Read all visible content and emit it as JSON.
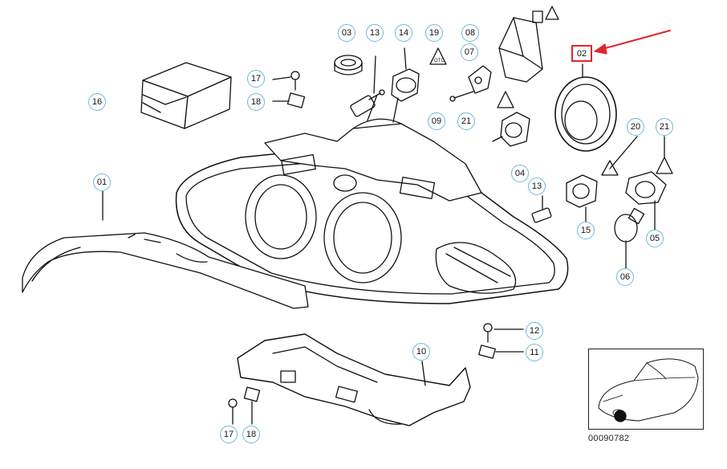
{
  "diagram": {
    "highlight_color": "#e0262a",
    "callout_color": "#6fb9d8",
    "line_color": "#111111"
  },
  "callouts": {
    "c03": "03",
    "c13a": "13",
    "c14": "14",
    "c19": "19",
    "c08": "08",
    "c07": "07",
    "c02": "02",
    "c17a": "17",
    "c18a": "18",
    "c16": "16",
    "c09": "09",
    "c21a": "21",
    "c20": "20",
    "c21b": "21",
    "c04": "04",
    "c13b": "13",
    "c01": "01",
    "c15": "15",
    "c05": "05",
    "c06": "06",
    "c12": "12",
    "c10": "10",
    "c11": "11",
    "c17b": "17",
    "c18b": "18"
  },
  "footer": {
    "code": "00090782"
  }
}
